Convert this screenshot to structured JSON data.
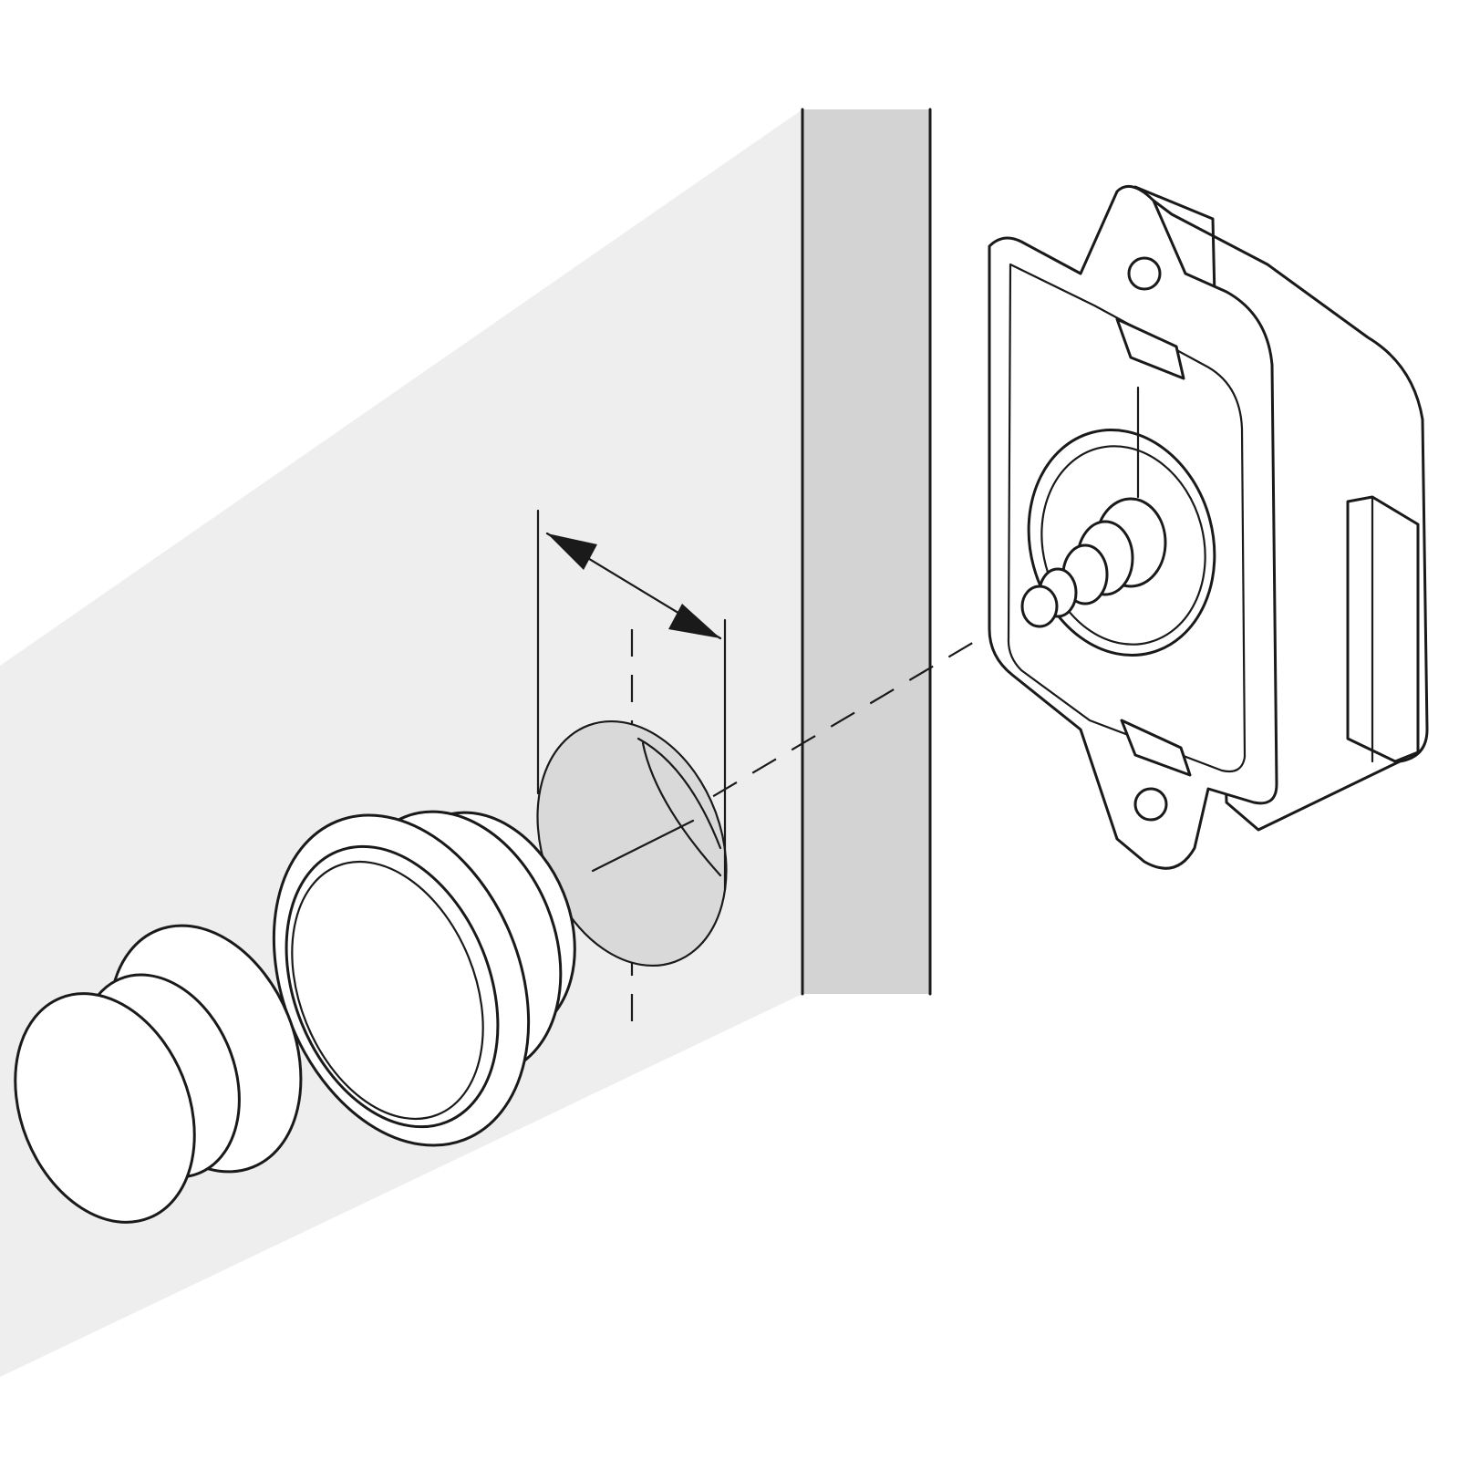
{
  "colors": {
    "panel_fill": "#eeeeee",
    "board_fill": "#d3d3d3",
    "hole_fill": "#d9d9d9",
    "line": "#1a1a1a",
    "background": "#ffffff"
  },
  "parts": [
    "cabinet-panel",
    "panel-board-section",
    "push-knob",
    "trim-ring-bezel",
    "drill-hole",
    "diameter-dimension-arrow",
    "centre-axis-line",
    "latch-body"
  ]
}
